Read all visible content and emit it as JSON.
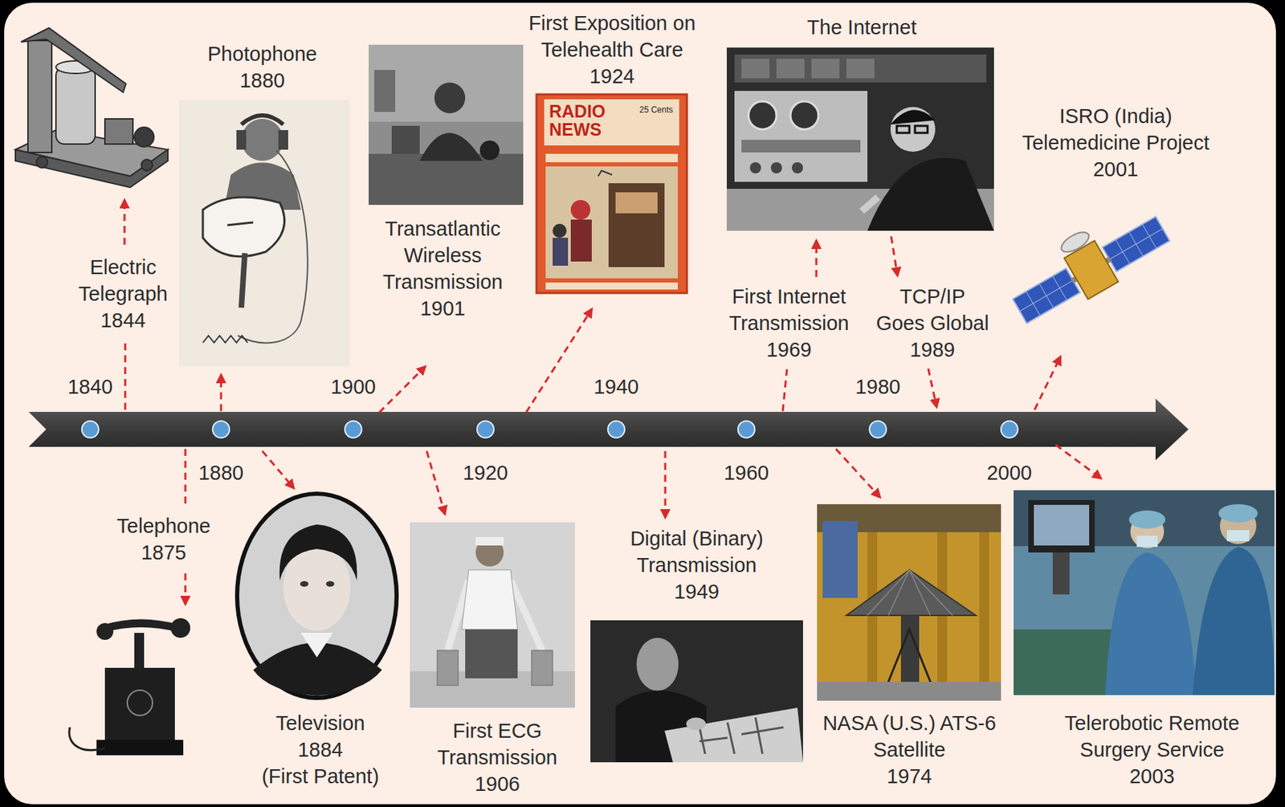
{
  "diagram": {
    "nodes": [
      {
        "text": [
          "Electric Telegraph",
          "1844"
        ]
      },
      {
        "text": [
          "Photophone",
          "1880"
        ]
      },
      {
        "text": [
          "Transatlantic Wireless Transmission",
          "1901"
        ]
      },
      {
        "text": [
          "First Exposition on Telehealth Care",
          "1924"
        ]
      },
      {
        "text": [
          "The Internet"
        ]
      },
      {
        "text": [
          "ISRO (India) Telemedicine Project",
          "2001"
        ]
      },
      {
        "text": [
          "Telephone",
          "1875"
        ]
      },
      {
        "text": [
          "Television",
          "1884",
          "(First Patent)"
        ]
      },
      {
        "text": [
          "First ECG Transmission",
          "1906"
        ]
      },
      {
        "text": [
          "Digital (Binary) Transmission",
          "1949"
        ]
      },
      {
        "text": [
          "NASA (U.S.) ATS-6 Satellite",
          "1974"
        ]
      },
      {
        "text": [
          "Telerobotic Remote Surgery Service",
          "2003"
        ]
      }
    ],
    "labels": [
      "1840",
      "1880",
      "1900",
      "1920",
      "1940",
      "1960",
      "1980",
      "2000",
      "First Internet Transmission",
      "1969",
      "TCP/IP Goes Global",
      "1989",
      "RADIO NEWS",
      "25 Cents"
    ]
  }
}
